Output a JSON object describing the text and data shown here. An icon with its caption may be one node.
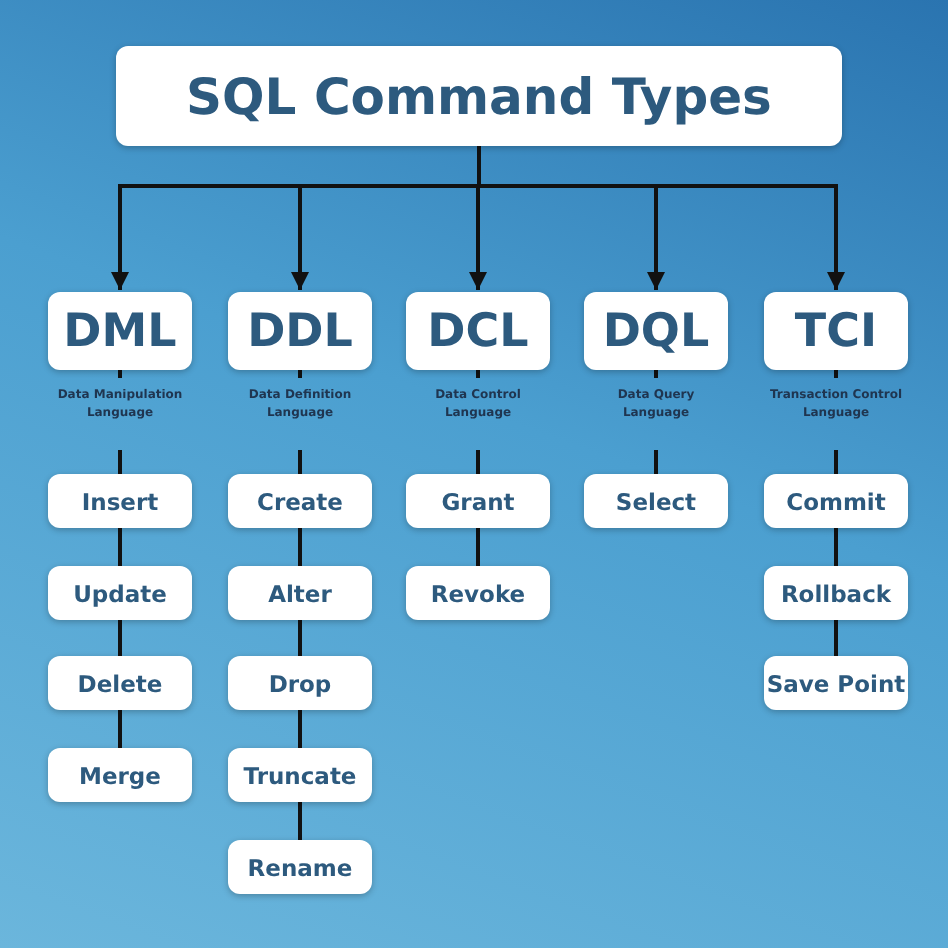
{
  "diagram": {
    "nodes": [
      {
        "text": [
          "SQL Command Types"
        ]
      },
      {
        "text": [
          "DML"
        ],
        "beside": [
          "Data Manipulation Language"
        ]
      },
      {
        "text": [
          "DDL"
        ],
        "beside": [
          "Data Definition Language"
        ]
      },
      {
        "text": [
          "DCL"
        ],
        "beside": [
          "Data Control Language"
        ]
      },
      {
        "text": [
          "DQL"
        ],
        "beside": [
          "Data Query Language"
        ]
      },
      {
        "text": [
          "TCI"
        ],
        "beside": [
          "Transaction Control Language"
        ]
      },
      {
        "text": [
          "Insert"
        ]
      },
      {
        "text": [
          "Update"
        ]
      },
      {
        "text": [
          "Delete"
        ]
      },
      {
        "text": [
          "Merge"
        ]
      },
      {
        "text": [
          "Create"
        ]
      },
      {
        "text": [
          "Alter"
        ]
      },
      {
        "text": [
          "Drop"
        ]
      },
      {
        "text": [
          "Truncate"
        ]
      },
      {
        "text": [
          "Rename"
        ]
      },
      {
        "text": [
          "Grant"
        ]
      },
      {
        "text": [
          "Revoke"
        ]
      },
      {
        "text": [
          "Select"
        ]
      },
      {
        "text": [
          "Commit"
        ]
      },
      {
        "text": [
          "Rollback"
        ]
      },
      {
        "text": [
          "Save Point"
        ]
      }
    ],
    "edges": [
      {
        "from": 0,
        "to": 1,
        "arrow": "to"
      },
      {
        "from": 0,
        "to": 2,
        "arrow": "to"
      },
      {
        "from": 0,
        "to": 3,
        "arrow": "to"
      },
      {
        "from": 0,
        "to": 4,
        "arrow": "to"
      },
      {
        "from": 0,
        "to": 5,
        "arrow": "to"
      },
      {
        "from": 1,
        "to": 6,
        "arrow": "none"
      },
      {
        "from": 6,
        "to": 7,
        "arrow": "none"
      },
      {
        "from": 7,
        "to": 8,
        "arrow": "none"
      },
      {
        "from": 8,
        "to": 9,
        "arrow": "none"
      },
      {
        "from": 2,
        "to": 10,
        "arrow": "none"
      },
      {
        "from": 10,
        "to": 11,
        "arrow": "none"
      },
      {
        "from": 11,
        "to": 12,
        "arrow": "none"
      },
      {
        "from": 12,
        "to": 13,
        "arrow": "none"
      },
      {
        "from": 13,
        "to": 14,
        "arrow": "none"
      },
      {
        "from": 3,
        "to": 15,
        "arrow": "none"
      },
      {
        "from": 15,
        "to": 16,
        "arrow": "none"
      },
      {
        "from": 4,
        "to": 17,
        "arrow": "none"
      },
      {
        "from": 5,
        "to": 18,
        "arrow": "none"
      },
      {
        "from": 18,
        "to": 19,
        "arrow": "none"
      },
      {
        "from": 19,
        "to": 20,
        "arrow": "none"
      }
    ]
  }
}
